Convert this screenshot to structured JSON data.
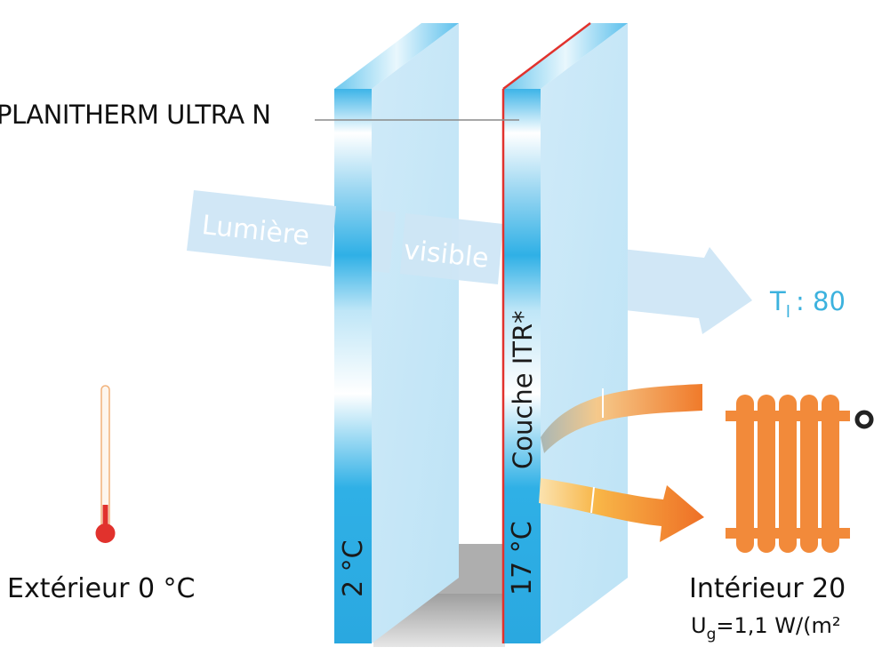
{
  "labels": {
    "coating_product": "PLANITHERM ULTRA N",
    "light_word_1": "Lumière",
    "light_word_2": "visible",
    "light_transmission_symbol": "T",
    "light_transmission_sub": "l",
    "light_transmission_value": ": 80",
    "coating_name": "Couche ITR*",
    "outer_pane_temperature": "2 °C",
    "inner_pane_temperature": "17 °C",
    "exterior": "Extérieur 0 °C",
    "interior": "Intérieur 20",
    "u_value_symbol": "U",
    "u_value_sub": "g",
    "u_value_text": "=1,1 W/(m²"
  },
  "colors": {
    "glass_light": "#c8e8f8",
    "glass_edge": "#2fb0e6",
    "coating_red": "#e1322d",
    "light_arrow": "#cfe6f5",
    "heat_orange": "#f07a2a",
    "radiator": "#f28a3a",
    "thermometer_red": "#e1322d",
    "label_blue": "#3cb2de",
    "spacer_grey": "#c7c7c7"
  },
  "icons": [
    "thermometer-icon",
    "radiator-icon"
  ]
}
